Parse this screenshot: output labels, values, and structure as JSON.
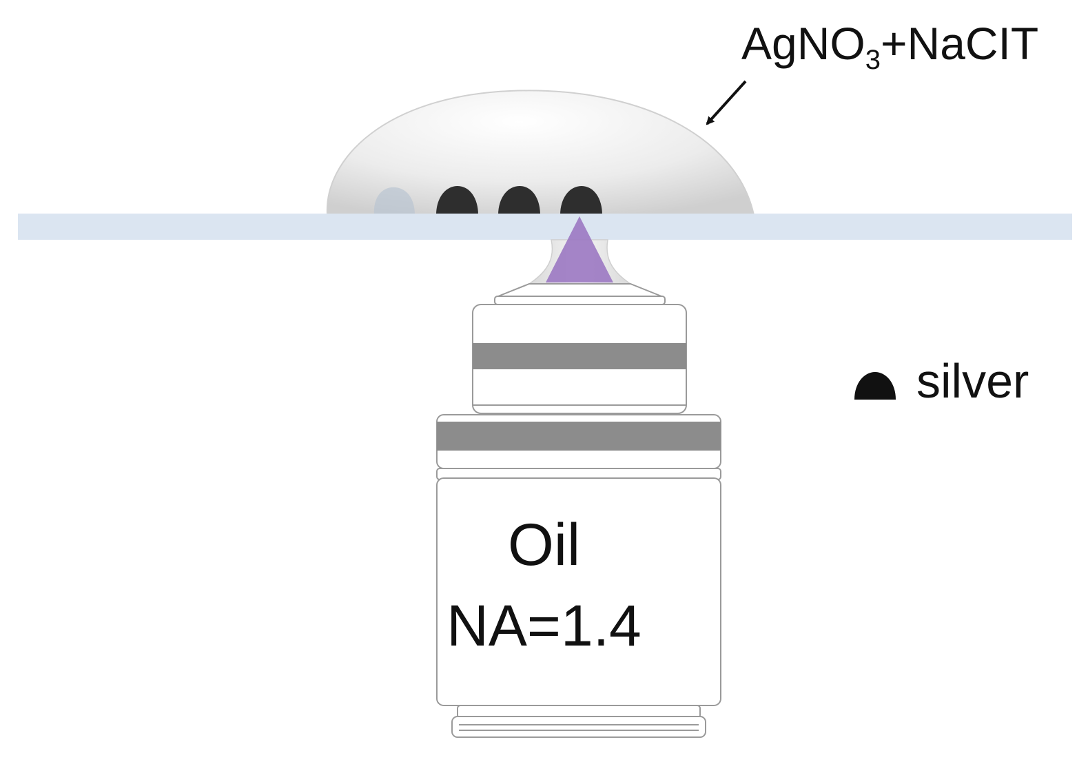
{
  "labels": {
    "solution_main": "AgNO",
    "solution_sub": "3",
    "solution_rest": "+NaCIT",
    "legend_silver": "silver",
    "immersion": "Oil",
    "numerical_aperture": "NA=1.4"
  },
  "colors": {
    "coverslip": "#dbe5f1",
    "droplet": "#e9e9e9",
    "silver_dot": "#2e2e2e",
    "laser_cone": "#9b78c2",
    "objective_band": "#8c8c8c",
    "outline": "#9a9a9a"
  },
  "icons": {
    "legend_marker": "silver-particle-icon",
    "pointer": "arrow-icon"
  }
}
